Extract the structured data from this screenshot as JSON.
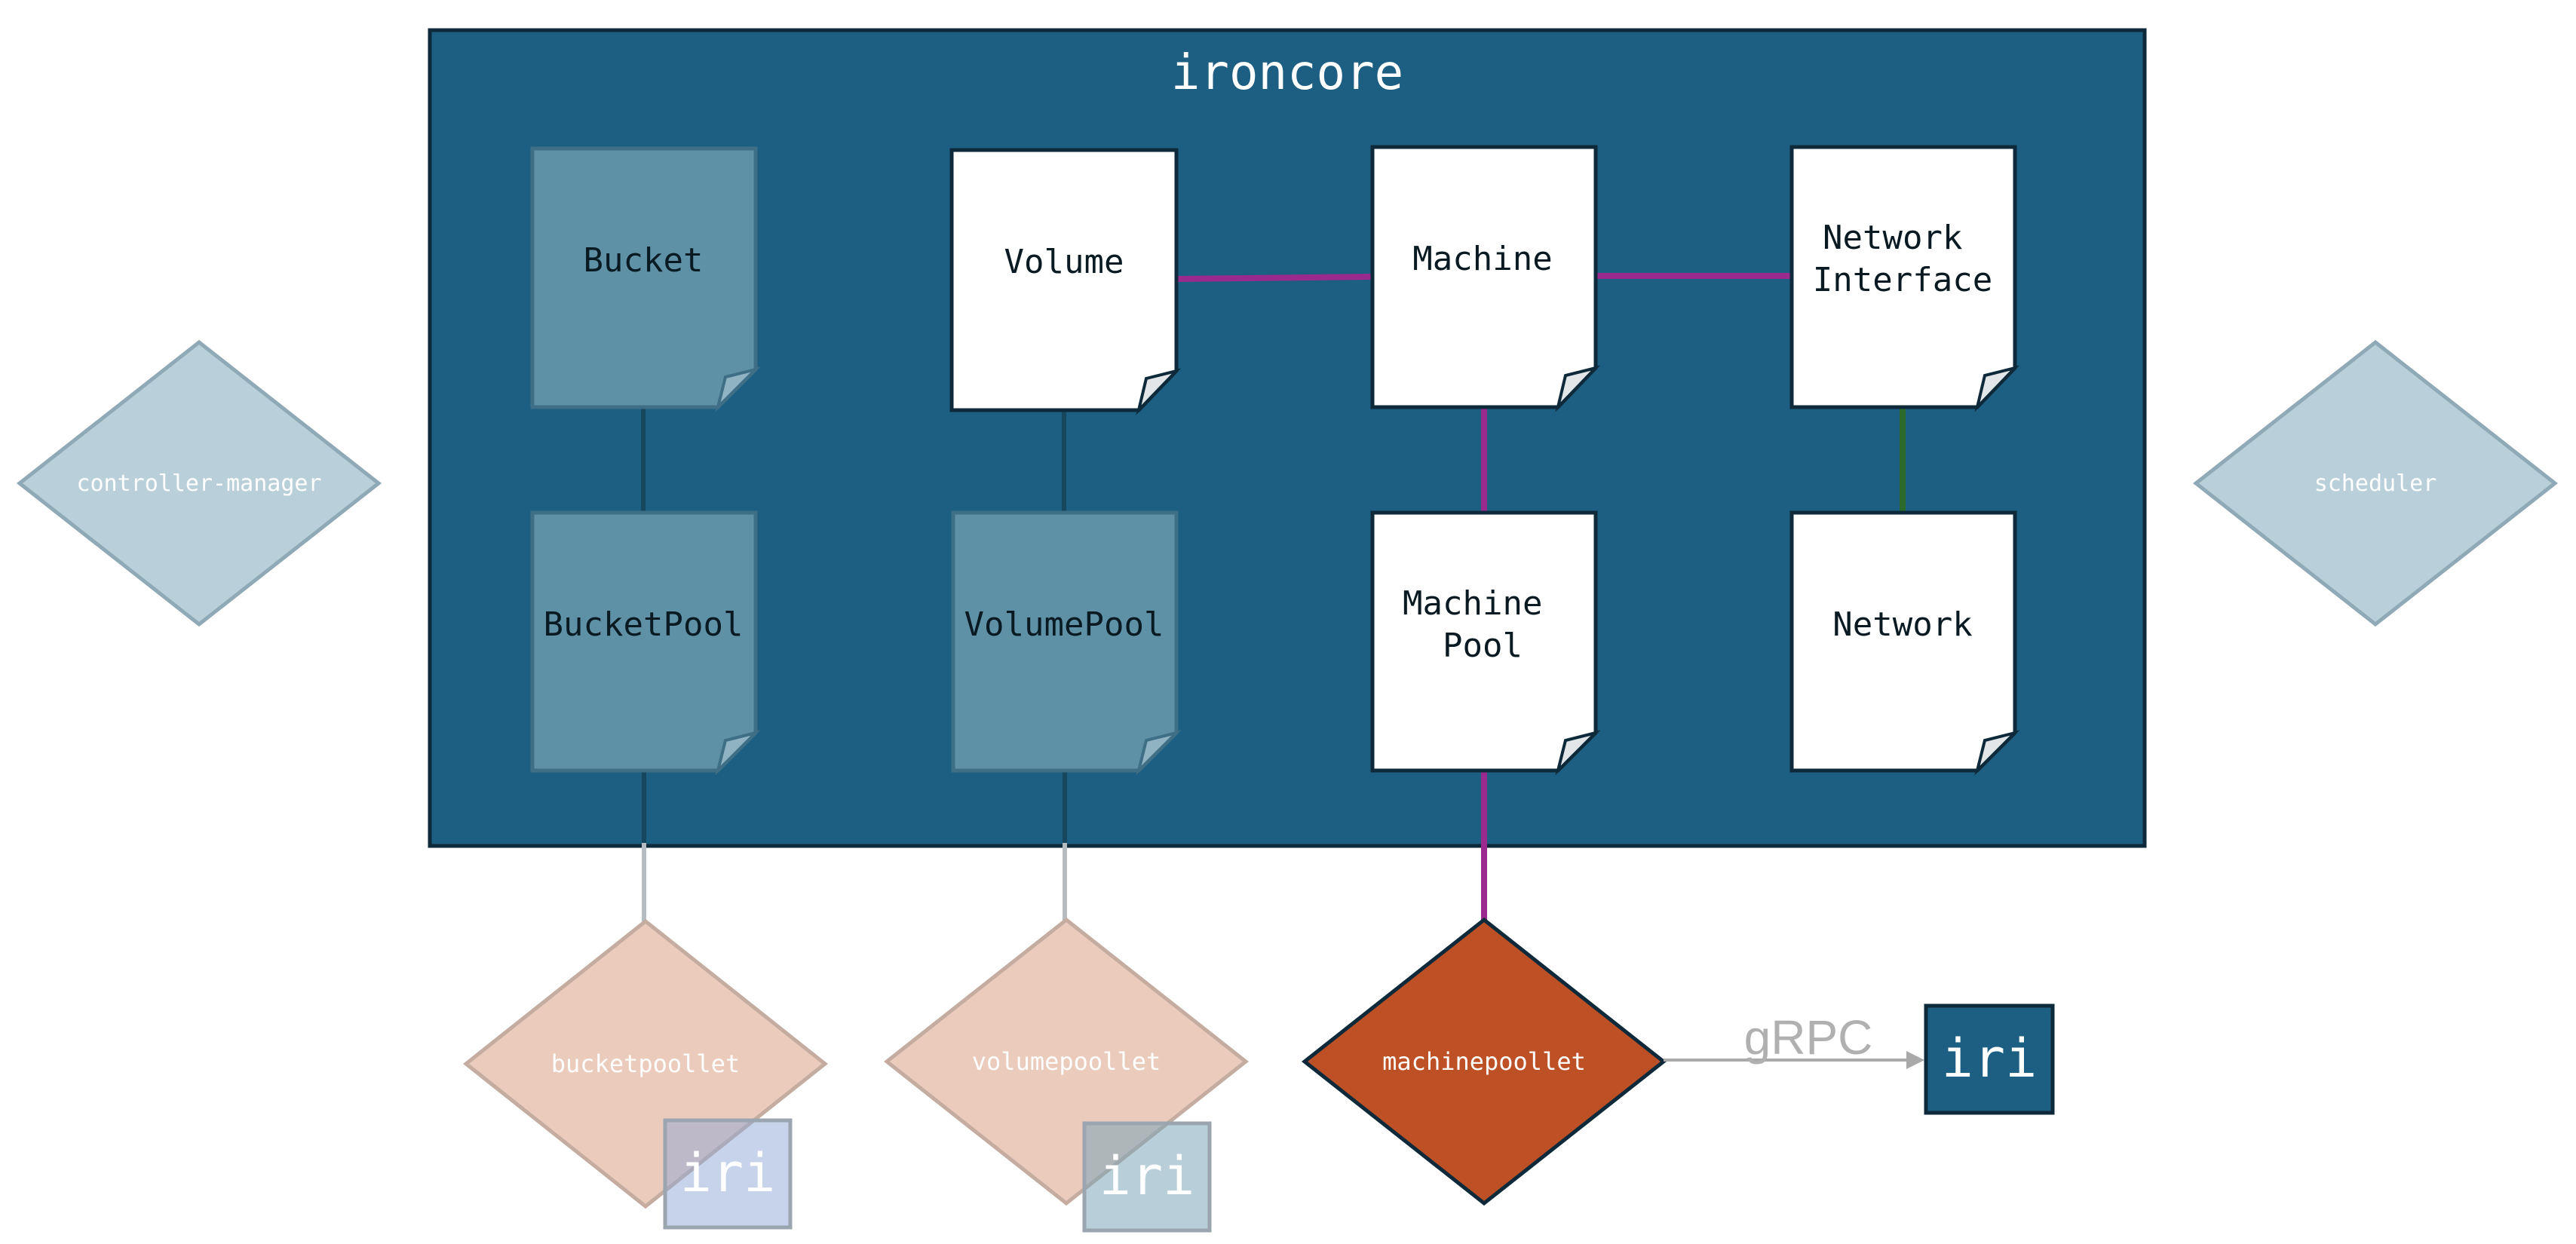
{
  "colors": {
    "container_fill": "#1d5f82",
    "container_stroke": "#0e2a3a",
    "doc_white": "#ffffff",
    "doc_muted": "#5e90a6",
    "doc_muted_stroke": "#3f6f86",
    "link_purple": "#9b2a8e",
    "link_green": "#2c6a2c",
    "link_dark": "#17465f",
    "link_grey": "#b5bcc2",
    "diamond_blue": "#b9d0da",
    "diamond_peach": "#ebcbbb",
    "diamond_orange": "#bd5025",
    "iri_box": "#1d5f82"
  },
  "container": {
    "title": "ironcore"
  },
  "resources": {
    "bucket": "Bucket",
    "volume": "Volume",
    "machine": "Machine",
    "network_interface": [
      "Network",
      "Interface"
    ],
    "bucket_pool": "BucketPool",
    "volume_pool": "VolumePool",
    "machine_pool": [
      "Machine",
      "Pool"
    ],
    "network": "Network"
  },
  "components": {
    "controller_manager": "controller-manager",
    "scheduler": "scheduler",
    "bucketpoollet": "bucketpoollet",
    "volumepoollet": "volumepoollet",
    "machinepoollet": "machinepoollet"
  },
  "iri": {
    "bucket": "iri",
    "volume": "iri",
    "machine": "iri"
  },
  "edge_labels": {
    "grpc": "gRPC"
  }
}
